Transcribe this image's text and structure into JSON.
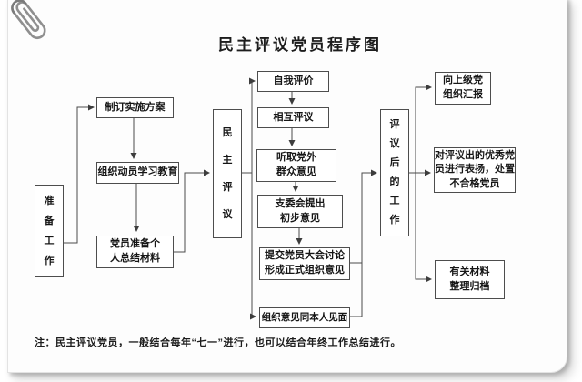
{
  "title": "民主评议党员程序图",
  "note": "注：民主评议党员，一般结合每年“七一”进行，也可以结合年终工作总结进行。",
  "stages": {
    "prepare": "准备工作",
    "review": "民主评议",
    "after": "评议后的工作"
  },
  "steps": {
    "plan": "制订实施方案",
    "mobilize": "组织动员学习教育",
    "materials": "党员准备个人总结材料",
    "self_eval": "自我评价",
    "mutual_eval": "相互评议",
    "outside_opinions": "听取党外群众意见",
    "committee_opinion": "支委会提出初步意见",
    "meeting_opinion": "提交党员大会讨论形成正式组织意见",
    "meet_person": "组织意见同本人见面",
    "report": "向上级党组织汇报",
    "reward": "对评议出的优秀党员进行表扬，处置不合格党员",
    "archive": "有关材料整理归档"
  }
}
